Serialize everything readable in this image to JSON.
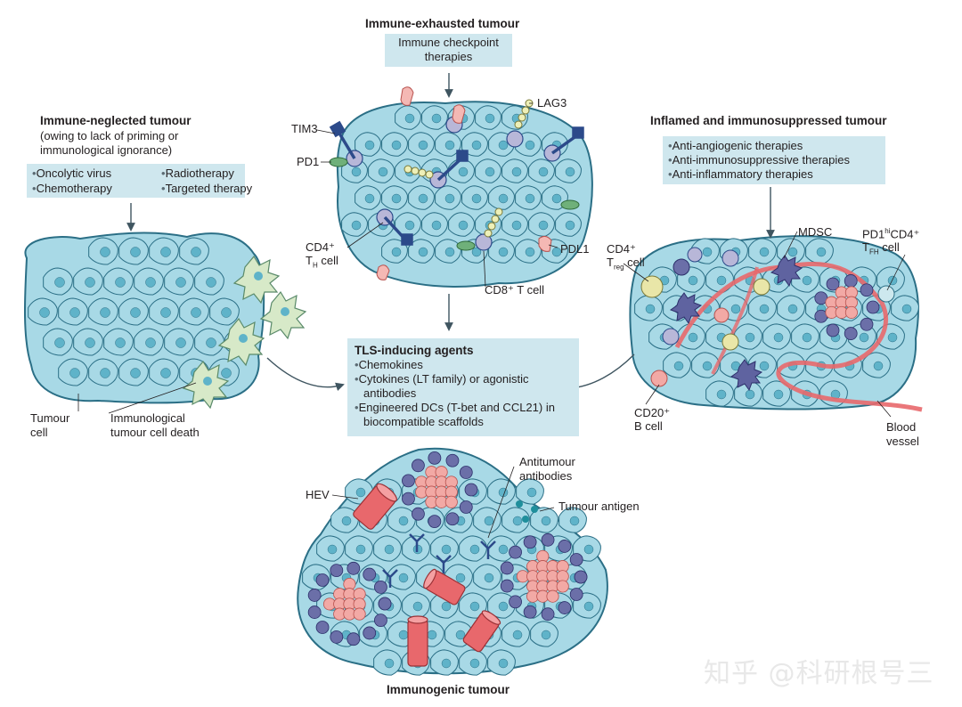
{
  "immune_exhausted": {
    "title": "Immune-exhausted tumour",
    "therapy_lines": [
      "Immune checkpoint",
      "therapies"
    ],
    "labels": {
      "tim3": "TIM3",
      "pd1": "PD1",
      "lag3": "LAG3",
      "pdl1": "PDL1",
      "cd4_th": "CD4⁺",
      "cd4_th_sub": "T",
      "cd4_th_subscript": "H",
      "cd4_th_cell": "cell",
      "cd8_t": "CD8⁺ T cell"
    }
  },
  "immune_neglected": {
    "title": "Immune-neglected tumour",
    "subtitle_lines": [
      "(owing to lack of priming or",
      "immunological ignorance)"
    ],
    "therapies": [
      "Oncolytic virus",
      "Radiotherapy",
      "Chemotherapy",
      "Targeted therapy"
    ],
    "labels": {
      "tumour_cell_lines": [
        "Tumour",
        "cell"
      ],
      "cell_death_lines": [
        "Immunological",
        "tumour cell death"
      ]
    }
  },
  "inflamed": {
    "title": "Inflamed and immunosuppressed tumour",
    "therapies": [
      "Anti-angiogenic therapies",
      "Anti-immunosuppressive therapies",
      "Anti-inflammatory therapies"
    ],
    "labels": {
      "mdsc": "MDSC",
      "pd1hi": "PD1",
      "pd1hi_sup": "hi",
      "pd1hi_rest": "CD4⁺",
      "tfh": "T",
      "tfh_sub": "FH",
      "tfh_cell": "cell",
      "treg_cd4": "CD4⁺",
      "treg": "T",
      "treg_sub": "reg",
      "treg_cell": "cell",
      "cd20": "CD20⁺",
      "bcell": "B cell",
      "blood_vessel_lines": [
        "Blood",
        "vessel"
      ]
    }
  },
  "tls": {
    "title": "TLS-inducing agents",
    "items": [
      "Chemokines",
      "Cytokines (LT family) or agonistic antibodies",
      "Engineered DCs (T-bet and CCL21) in biocompatible scaffolds"
    ]
  },
  "immunogenic": {
    "title": "Immunogenic tumour",
    "labels": {
      "hev": "HEV",
      "antitumour_lines": [
        "Antitumour",
        "antibodies"
      ],
      "tumour_antigen": "Tumour antigen"
    }
  },
  "watermark": "知乎 @科研根号三",
  "colors": {
    "tumour_fill": "#a8d9e6",
    "tumour_edge": "#2b6f86",
    "nucleus": "#5fb3c9",
    "box_fill": "#cfe7ee",
    "b_cell": "#6b6fa8",
    "t_cell": "#f2a9a5",
    "vessel": "#e8686c",
    "treg": "#e9e6a8",
    "arrow": "#3f5560",
    "receptor": "#2c4a8a"
  },
  "icons": [
    "arrow-down-icon",
    "curved-arrow-icon",
    "antibody-icon",
    "hev-cylinder-icon",
    "receptor-icon"
  ]
}
